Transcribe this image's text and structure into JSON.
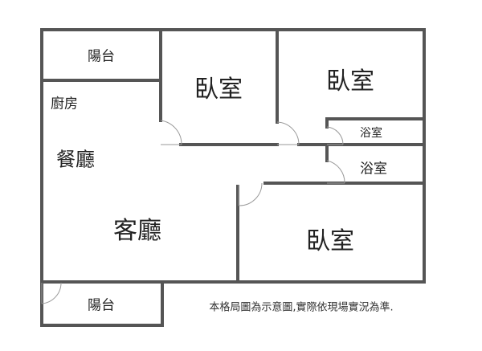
{
  "rooms": {
    "balcony_top": "陽台",
    "kitchen": "廚房",
    "dining": "餐廳",
    "living": "客廳",
    "bedroom_1": "臥室",
    "bedroom_2": "臥室",
    "bedroom_3": "臥室",
    "bathroom_1": "浴室",
    "bathroom_2": "浴室",
    "balcony_bottom": "陽台"
  },
  "note": "本格局圖為示意圖,實際依現場實況為準.",
  "colors": {
    "wall": "#555555",
    "door": "#999999"
  }
}
